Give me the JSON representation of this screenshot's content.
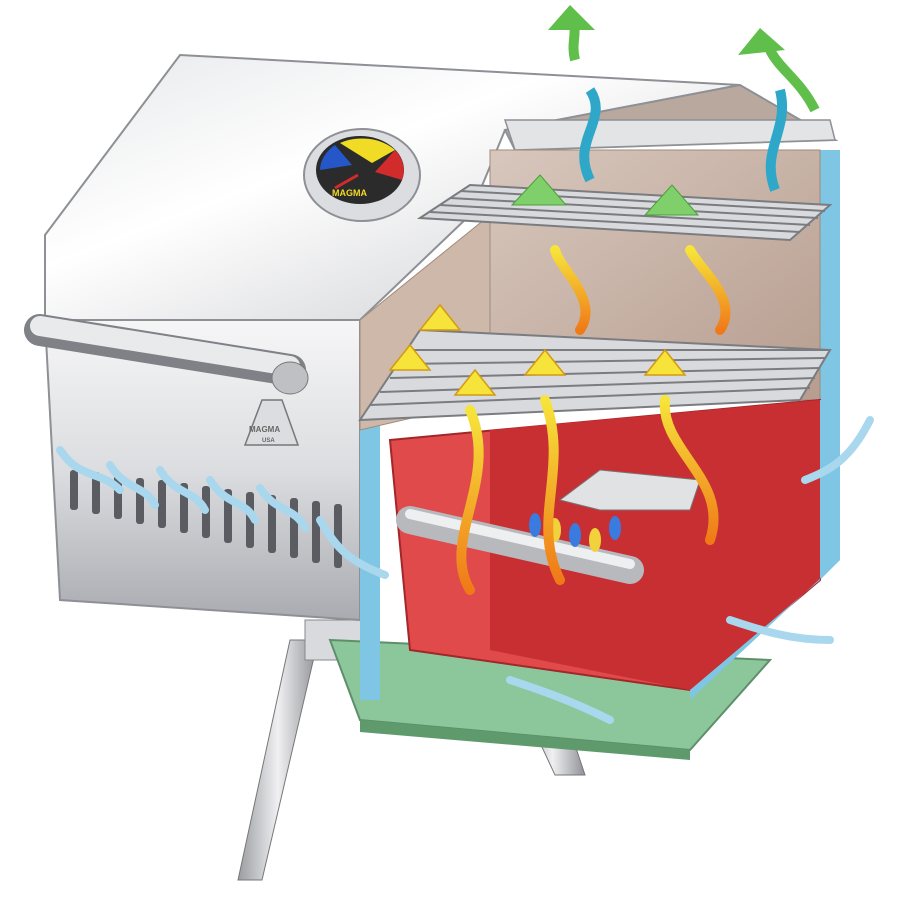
{
  "diagram": {
    "subject": "cutaway-grill-airflow",
    "brand_gauge_text": "MAGMA",
    "brand_tag_text": "MAGMA",
    "brand_tag_subtext": "USA",
    "colors": {
      "steel_light": "#f2f2f4",
      "steel_mid": "#c9cacd",
      "steel_dark": "#8e9096",
      "interior_tan": "#c9b3a6",
      "firebox_red": "#e04a4a",
      "firebox_red_dark": "#c72f33",
      "insulation_blue": "#7ec6e4",
      "drip_tray_green": "#7fc08f",
      "heat_arrow_yellow": "#f4e23a",
      "heat_arrow_orange": "#f08a1c",
      "exhaust_green": "#5fbf4a",
      "cool_air_blue": "#2fa7c9",
      "intake_air_blue": "#a9d7ee",
      "gauge_yellow": "#f0dc24",
      "gauge_red": "#d22b2b",
      "gauge_blue": "#2557c8",
      "gauge_face": "#2b2b2b"
    }
  }
}
